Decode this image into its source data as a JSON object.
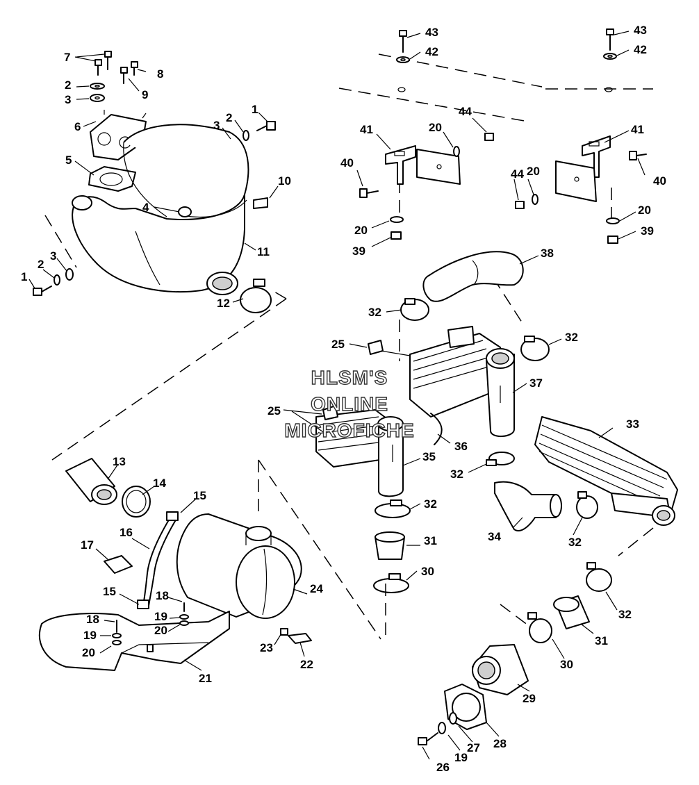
{
  "watermark": {
    "line1": "HLSM'S",
    "line2": "ONLINE",
    "line3": "MICROFICHE"
  },
  "labels": [
    "1",
    "2",
    "3",
    "4",
    "5",
    "6",
    "7",
    "8",
    "9",
    "10",
    "11",
    "12",
    "13",
    "14",
    "15",
    "16",
    "17",
    "18",
    "19",
    "20",
    "21",
    "22",
    "23",
    "24",
    "25",
    "26",
    "27",
    "28",
    "29",
    "30",
    "31",
    "32",
    "33",
    "34",
    "35",
    "36",
    "37",
    "38",
    "39",
    "40",
    "41",
    "42",
    "43",
    "44"
  ]
}
